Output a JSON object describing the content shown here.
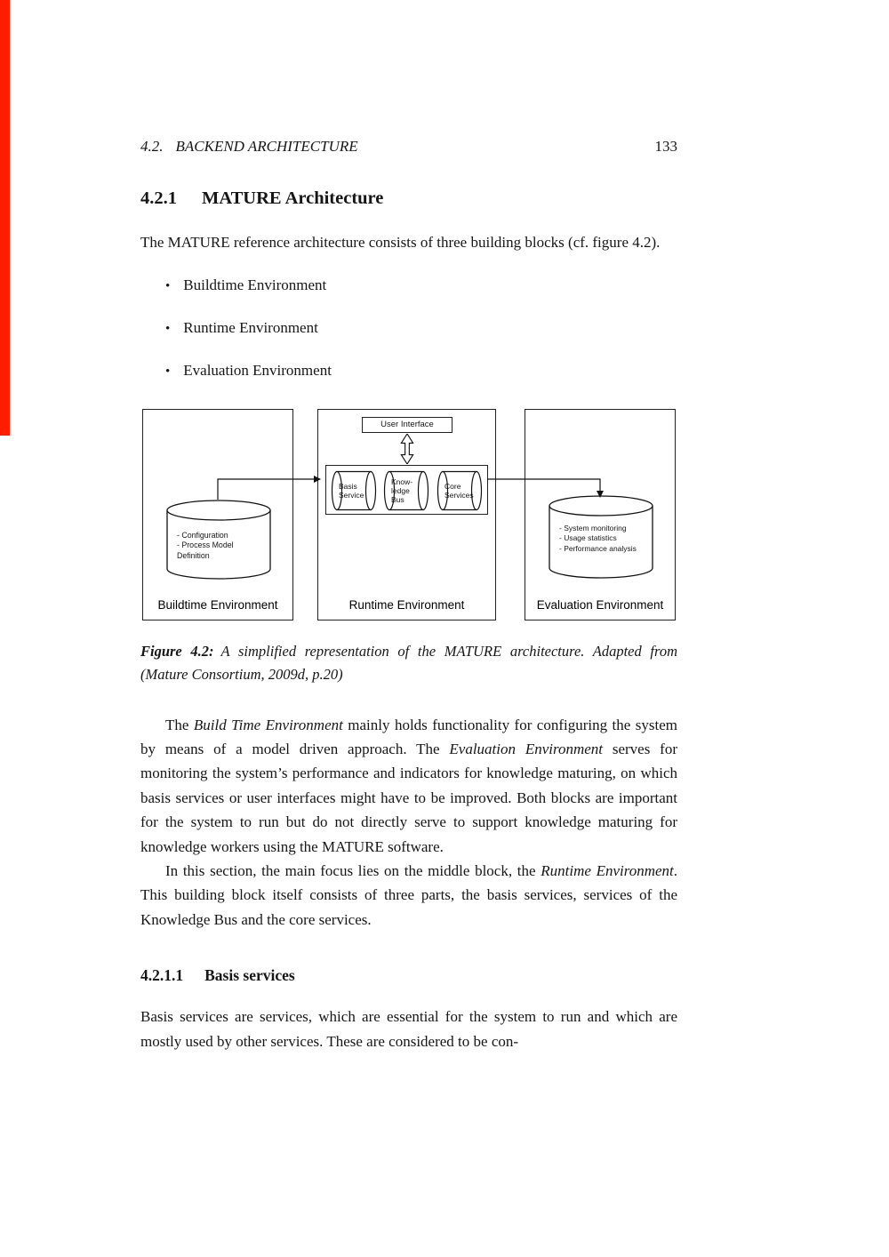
{
  "page": {
    "stripe_color": "#ff1e00",
    "header": {
      "section": "4.2.",
      "title": "BACKEND ARCHITECTURE",
      "page_number": "133"
    }
  },
  "section": {
    "number": "4.2.1",
    "title": "MATURE Architecture"
  },
  "intro": "The MATURE reference architecture consists of three building blocks (cf. figure 4.2).",
  "bullets": [
    {
      "marker": "•",
      "label": "Buildtime Environment"
    },
    {
      "marker": "•",
      "label": "Runtime Environment"
    },
    {
      "marker": "•",
      "label": "Evaluation Environment"
    }
  ],
  "figure": {
    "buildtime": {
      "label": "Buildtime Environment",
      "cylinder_lines": [
        "- Configuration",
        "- Process Model",
        "Definition"
      ]
    },
    "runtime": {
      "label": "Runtime Environment",
      "user_interface": "User Interface",
      "services": [
        {
          "lines": [
            "Basis",
            "Service"
          ]
        },
        {
          "lines": [
            "Know-",
            "ledge",
            "Bus"
          ]
        },
        {
          "lines": [
            "Core",
            "Services"
          ]
        }
      ]
    },
    "evaluation": {
      "label": "Evaluation Environment",
      "cylinder_lines": [
        "- System monitoring",
        "- Usage statistics",
        "- Performance analysis"
      ]
    },
    "caption_label": "Figure 4.2:",
    "caption_text": "A simplified representation of the MATURE architecture. Adapted from (Mature Consortium, 2009d, p.20)"
  },
  "body": {
    "para1": [
      {
        "text": "The "
      },
      {
        "text": "Build Time Environment"
      },
      {
        "text": " mainly holds functionality for configuring the system by means of a model driven approach. The "
      },
      {
        "text": "Evaluation Environment"
      },
      {
        "text": " serves for monitoring the system’s performance and indicators for knowledge maturing, on which basis services or user interfaces might have to be improved. Both blocks are important for the system to run but do not directly serve to support knowledge maturing for knowledge workers using the MATURE software."
      }
    ],
    "para2": [
      {
        "text": "In this section, the main focus lies on the middle block, the "
      },
      {
        "text": "Runtime Environment"
      },
      {
        "text": ". This building block itself consists of three parts, the basis services, services of the Knowledge Bus and the core services."
      }
    ]
  },
  "subsection": {
    "number": "4.2.1.1",
    "title": "Basis services"
  },
  "para3": "Basis services are services, which are essential for the system to run and which are mostly used by other services. These are considered to be con-"
}
